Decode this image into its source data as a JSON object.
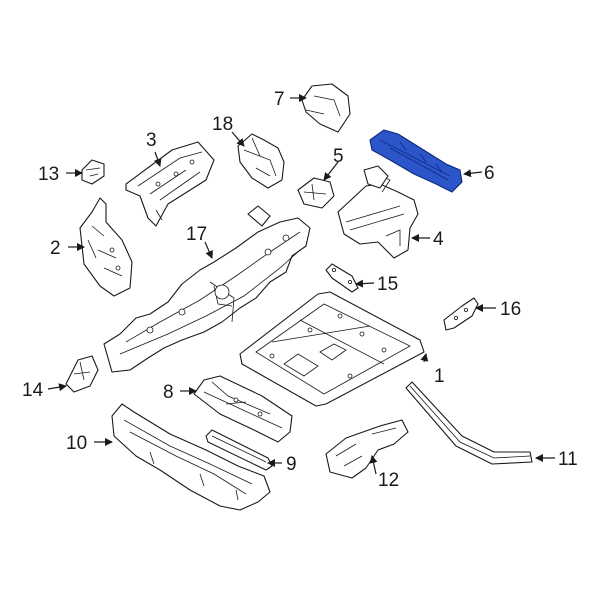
{
  "diagram": {
    "highlight_color": "#2b55c8",
    "callouts": [
      {
        "id": "p1",
        "label": "1"
      },
      {
        "id": "p2",
        "label": "2"
      },
      {
        "id": "p3",
        "label": "3"
      },
      {
        "id": "p4",
        "label": "4"
      },
      {
        "id": "p5",
        "label": "5"
      },
      {
        "id": "p6",
        "label": "6",
        "highlighted": true
      },
      {
        "id": "p7",
        "label": "7"
      },
      {
        "id": "p8",
        "label": "8"
      },
      {
        "id": "p9",
        "label": "9"
      },
      {
        "id": "p10",
        "label": "10"
      },
      {
        "id": "p11",
        "label": "11"
      },
      {
        "id": "p12",
        "label": "12"
      },
      {
        "id": "p13",
        "label": "13"
      },
      {
        "id": "p14",
        "label": "14"
      },
      {
        "id": "p15",
        "label": "15"
      },
      {
        "id": "p16",
        "label": "16"
      },
      {
        "id": "p17",
        "label": "17"
      },
      {
        "id": "p18",
        "label": "18"
      }
    ]
  }
}
